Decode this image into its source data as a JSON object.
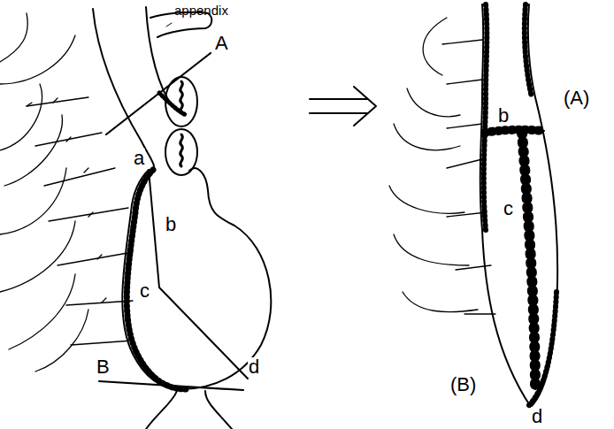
{
  "diagram": {
    "labels": [
      "appendix",
      "A",
      "a",
      "b",
      "c",
      "d",
      "B",
      "(A)",
      "b",
      "c",
      "(B)",
      "d"
    ]
  }
}
